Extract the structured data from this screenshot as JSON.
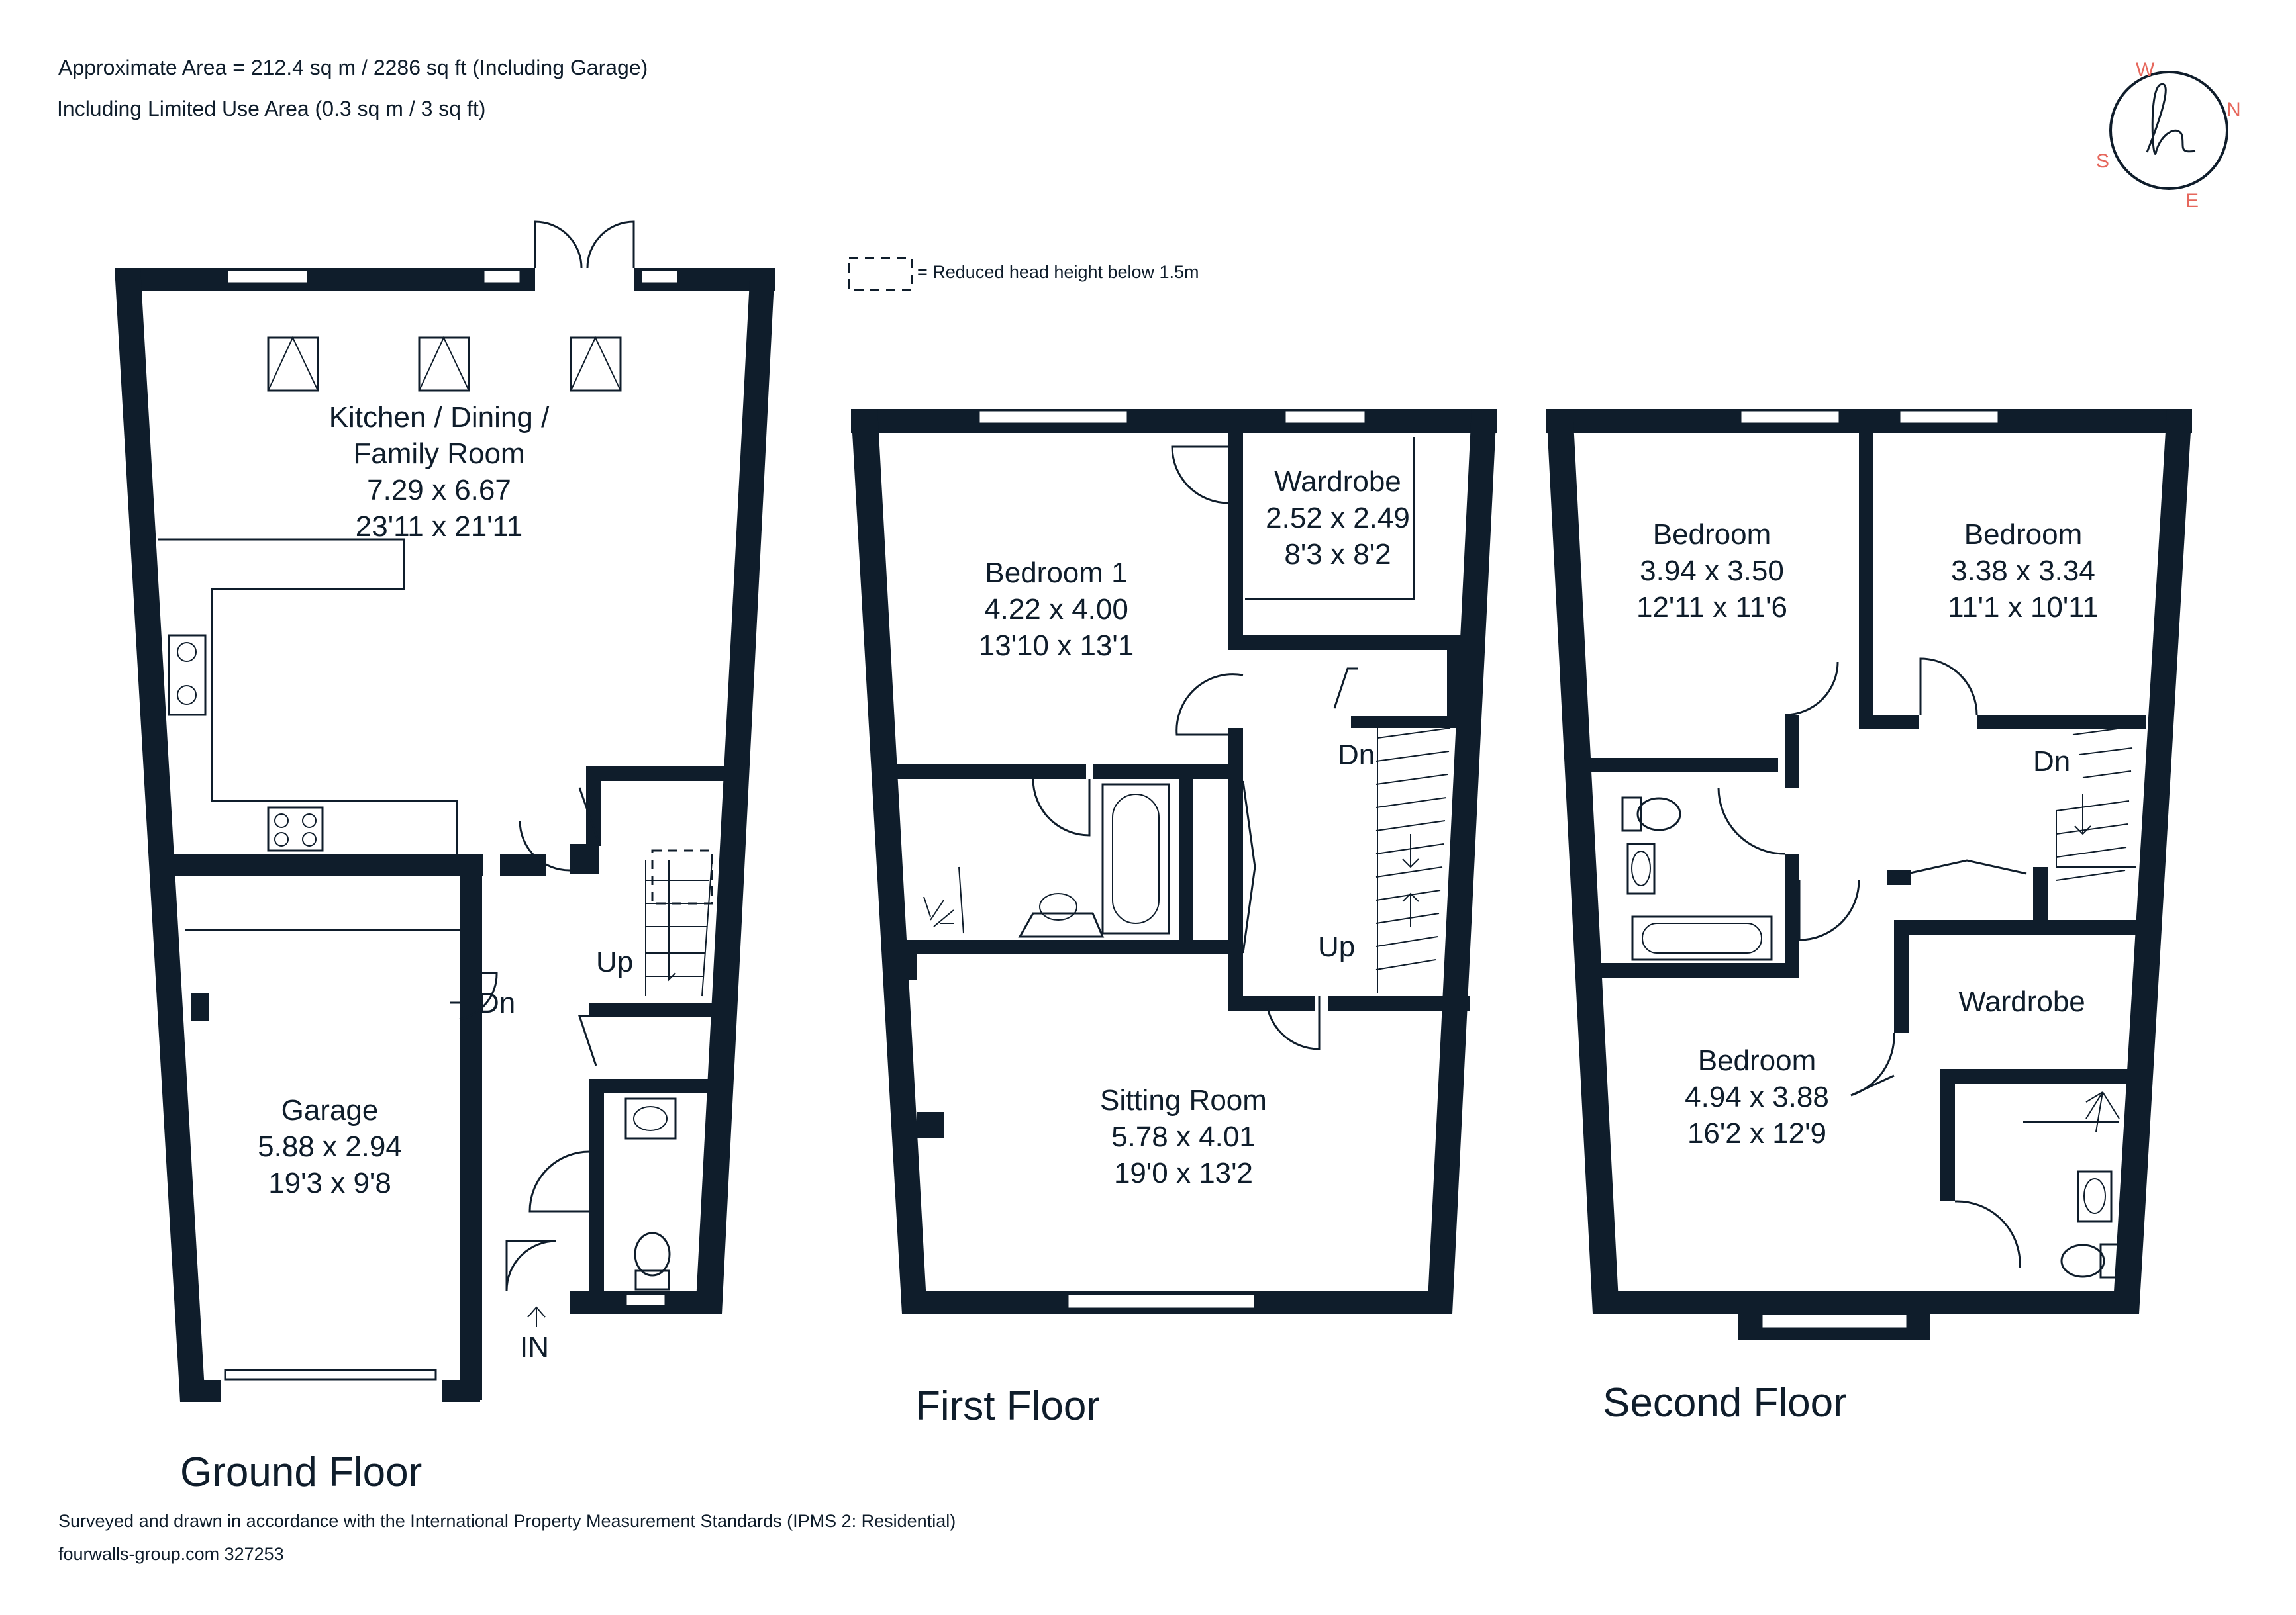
{
  "header": {
    "area_line": "Approximate Area = 212.4 sq m / 2286 sq ft (Including Garage)",
    "limited_line": "Including Limited Use Area (0.3 sq m / 3 sq ft)"
  },
  "legend": {
    "reduced_height": "= Reduced head height below 1.5m"
  },
  "compass": {
    "north": "N",
    "south": "S",
    "east": "E",
    "west": "W"
  },
  "ground_floor": {
    "title": "Ground Floor",
    "kitchen": {
      "name_1": "Kitchen / Dining /",
      "name_2": "Family Room",
      "metric": "7.29 x 6.67",
      "imperial": "23'11 x 21'11"
    },
    "garage": {
      "name": "Garage",
      "metric": "5.88 x 2.94",
      "imperial": "19'3 x 9'8"
    },
    "up": "Up",
    "dn": "Dn",
    "entrance": "IN"
  },
  "first_floor": {
    "title": "First Floor",
    "bedroom1": {
      "name": "Bedroom 1",
      "metric": "4.22 x 4.00",
      "imperial": "13'10 x 13'1"
    },
    "wardrobe": {
      "name": "Wardrobe",
      "metric": "2.52 x 2.49",
      "imperial": "8'3 x 8'2"
    },
    "sitting": {
      "name": "Sitting Room",
      "metric": "5.78 x 4.01",
      "imperial": "19'0 x 13'2"
    },
    "dn": "Dn",
    "up": "Up"
  },
  "second_floor": {
    "title": "Second Floor",
    "bedroom_a": {
      "name": "Bedroom",
      "metric": "3.94 x 3.50",
      "imperial": "12'11 x 11'6"
    },
    "bedroom_b": {
      "name": "Bedroom",
      "metric": "3.38 x 3.34",
      "imperial": "11'1 x 10'11"
    },
    "bedroom_c": {
      "name": "Bedroom",
      "metric": "4.94 x 3.88",
      "imperial": "16'2 x 12'9"
    },
    "wardrobe": {
      "name": "Wardrobe"
    },
    "dn": "Dn"
  },
  "footer": {
    "standards": "Surveyed and drawn in accordance with the International Property Measurement Standards (IPMS 2: Residential)",
    "reference": "fourwalls-group.com 327253"
  }
}
